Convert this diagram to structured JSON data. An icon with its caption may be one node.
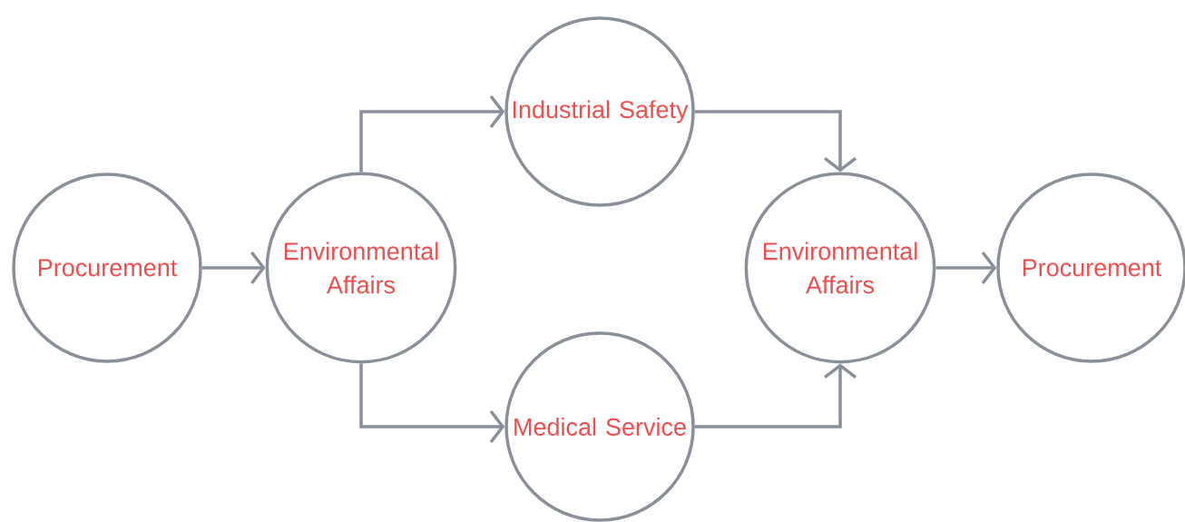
{
  "diagram": {
    "nodes": [
      {
        "text": [
          "Procurement"
        ]
      },
      {
        "text": [
          "Environmental Affairs"
        ]
      },
      {
        "text": [
          "Industrial Safety"
        ]
      },
      {
        "text": [
          "Medical Service"
        ]
      },
      {
        "text": [
          "Environmental Affairs"
        ]
      },
      {
        "text": [
          "Procurement"
        ]
      }
    ],
    "edges": [
      {
        "from": 0,
        "to": 1,
        "arrow": "to"
      },
      {
        "from": 1,
        "to": 2,
        "arrow": "to"
      },
      {
        "from": 1,
        "to": 3,
        "arrow": "to"
      },
      {
        "from": 2,
        "to": 4,
        "arrow": "to"
      },
      {
        "from": 3,
        "to": 4,
        "arrow": "to"
      },
      {
        "from": 4,
        "to": 5,
        "arrow": "to"
      }
    ]
  }
}
